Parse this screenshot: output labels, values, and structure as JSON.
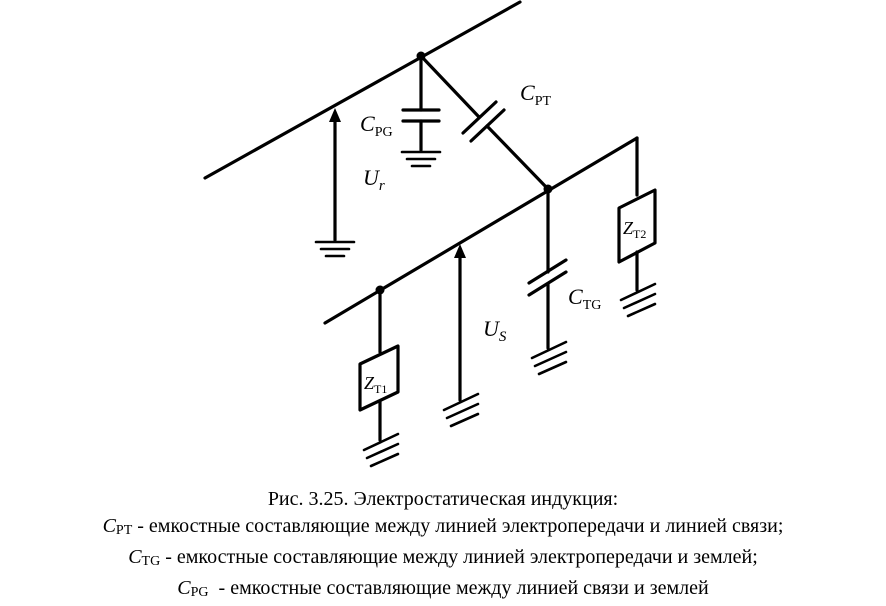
{
  "diagram": {
    "labels": {
      "c_pt": {
        "main": "C",
        "sub": "PT"
      },
      "c_pg": {
        "main": "C",
        "sub": "PG"
      },
      "c_tg": {
        "main": "C",
        "sub": "TG"
      },
      "u_r": {
        "main": "U",
        "sub": "r"
      },
      "u_s": {
        "main": "U",
        "sub": "S"
      },
      "z_t1": {
        "main": "Z",
        "sub": "T1"
      },
      "z_t2": {
        "main": "Z",
        "sub": "T2"
      }
    }
  },
  "caption": {
    "title": "Рис. 3.25. Электростатическая индукция:",
    "lines": [
      {
        "sym": "C",
        "sub": "PT",
        "text": " - емкостные составляющие между линией электропередачи и линией связи;"
      },
      {
        "sym": "C",
        "sub": "TG",
        "text": " - емкостные составляющие между линией электропередачи и землей;"
      },
      {
        "sym": "C",
        "sub": "PG",
        "text": "  - емкостные составляющие между линией связи и землей"
      }
    ]
  }
}
